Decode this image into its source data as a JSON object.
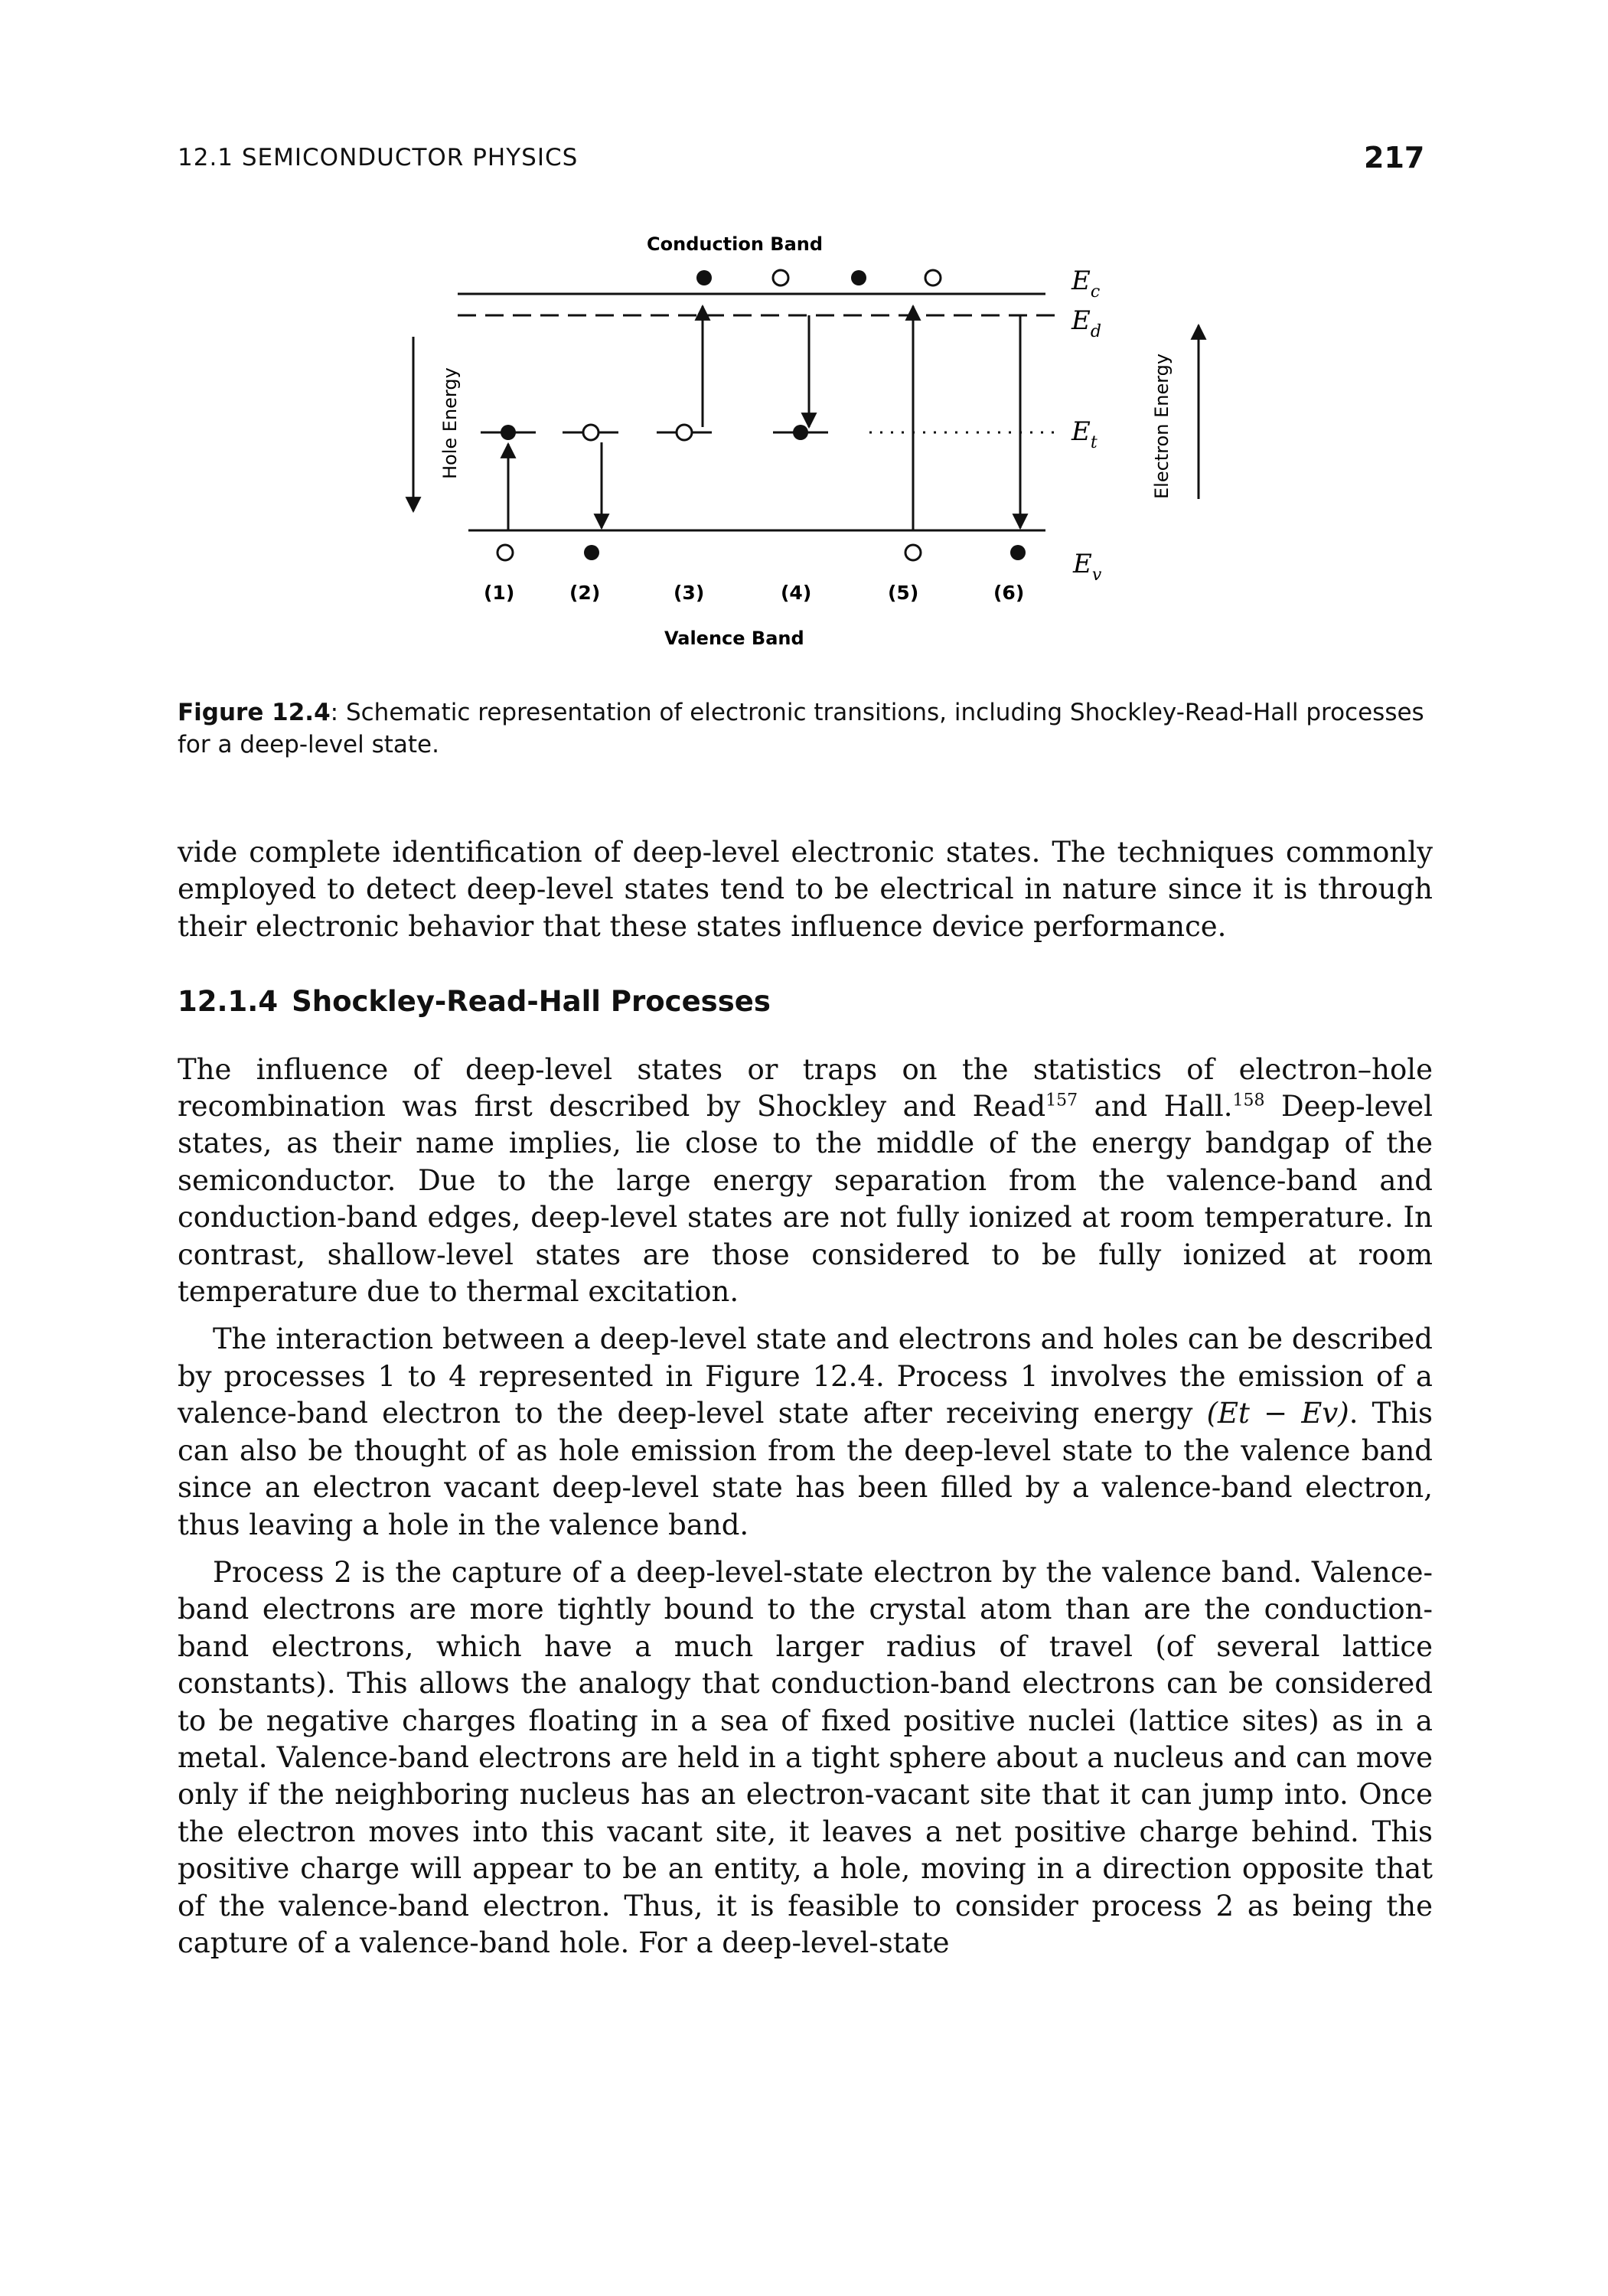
{
  "header": {
    "running_head": "12.1 SEMICONDUCTOR PHYSICS",
    "page_number": "217"
  },
  "figure": {
    "conduction_band_label": "Conduction Band",
    "valence_band_label": "Valence Band",
    "hole_energy_label": "Hole Energy",
    "electron_energy_label": "Electron Energy",
    "level_labels": {
      "ec": {
        "main": "E",
        "sub": "c"
      },
      "ed": {
        "main": "E",
        "sub": "d"
      },
      "et": {
        "main": "E",
        "sub": "t"
      },
      "ev": {
        "main": "E",
        "sub": "v"
      }
    },
    "process_labels": [
      "(1)",
      "(2)",
      "(3)",
      "(4)",
      "(5)",
      "(6)"
    ]
  },
  "caption": {
    "label": "Figure 12.4",
    "text": ": Schematic representation of electronic transitions, including Shockley-Read-Hall processes for a deep-level state."
  },
  "body": {
    "para1": "vide complete identification of deep-level electronic states. The techniques commonly employed to detect deep-level states tend to be electrical in nature since it is through their electronic behavior that these states influence device performance.",
    "section_number": "12.1.4",
    "section_title": "Shockley-Read-Hall Processes",
    "para2_a": "The influence of deep-level states or traps on the statistics of electron–hole recombination was first described by Shockley and Read",
    "ref157": "157",
    "para2_b": " and Hall.",
    "ref158": "158",
    "para2_c": " Deep-level states, as their name implies, lie close to the middle of the energy bandgap of the semiconductor. Due to the large energy separation from the valence-band and conduction-band edges, deep-level states are not fully ionized at room temperature. In contrast, shallow-level states are those considered to be fully ionized at room temperature due to thermal excitation.",
    "para3_a": "The interaction between a deep-level state and electrons and holes can be described by processes 1 to 4 represented in Figure 12.4. Process 1 involves the emission of a valence-band electron to the deep-level state after receiving energy ",
    "para3_math": "(Et − Ev)",
    "para3_b": ". This can also be thought of as hole emission from the deep-level state to the valence band since an electron vacant deep-level state has been filled by a valence-band electron, thus leaving a hole in the valence band.",
    "para4": "Process 2 is the capture of a deep-level-state electron by the valence band. Valence-band electrons are more tightly bound to the crystal atom than are the conduction-band electrons, which have a much larger radius of travel (of several lattice constants). This allows the analogy that conduction-band electrons can be considered to be negative charges floating in a sea of fixed positive nuclei (lattice sites) as in a metal. Valence-band electrons are held in a tight sphere about a nucleus and can move only if the neighboring nucleus has an electron-vacant site that it can jump into. Once the electron moves into this vacant site, it leaves a net positive charge behind. This positive charge will appear to be an entity, a hole, moving in a direction opposite that of the valence-band electron. Thus, it is feasible to consider process 2 as being the capture of a valence-band hole. For a deep-level-state"
  }
}
